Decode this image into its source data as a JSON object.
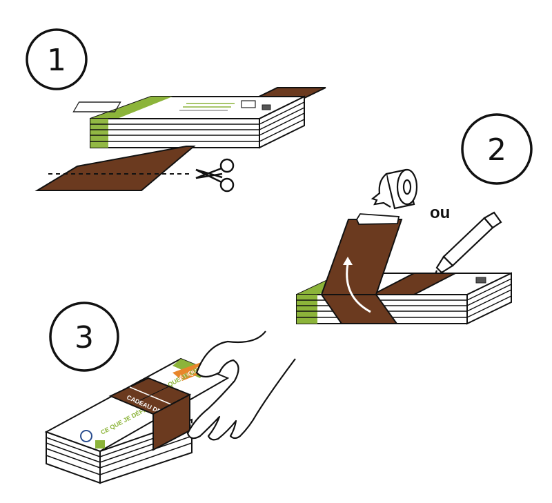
{
  "steps": [
    {
      "number": "1"
    },
    {
      "number": "2"
    },
    {
      "number": "3"
    }
  ],
  "or_label": "ou",
  "package": {
    "label_top_orange": "ÉTIQUETABLE",
    "label_green_top": "CE QUE JE CROQUE",
    "label_band": "CADEAU DE BON GOÛT",
    "label_green_bottom": "CE QUE JE DÉFENDS"
  },
  "colors": {
    "brown": "#6b3a1f",
    "green": "#8cb43a",
    "orange": "#e8862b",
    "line": "#111111"
  }
}
